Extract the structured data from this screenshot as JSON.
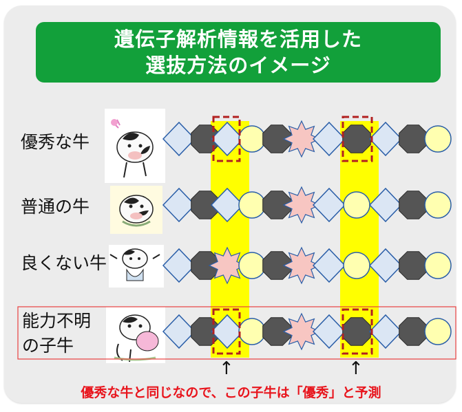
{
  "title": {
    "line1": "遺伝子解析情報を活用した",
    "line2": "選抜方法のイメージ"
  },
  "rows": [
    {
      "label": "優秀な牛",
      "pattern": [
        "diamond",
        "octagon",
        "diamond",
        "circle",
        "octagon",
        "star",
        "diamond",
        "octagon",
        "diamond",
        "octagon",
        "circle"
      ]
    },
    {
      "label": "普通の牛",
      "pattern": [
        "diamond",
        "octagon",
        "diamond",
        "circle",
        "octagon",
        "star",
        "diamond",
        "circle",
        "diamond",
        "octagon",
        "circle"
      ]
    },
    {
      "label": "良くない牛",
      "pattern": [
        "diamond",
        "octagon",
        "star",
        "circle",
        "octagon",
        "star",
        "diamond",
        "circle",
        "diamond",
        "octagon",
        "circle"
      ]
    },
    {
      "label_line1": "能力不明",
      "label_line2": "の子牛",
      "pattern": [
        "diamond",
        "octagon",
        "diamond",
        "circle",
        "octagon",
        "star",
        "diamond",
        "octagon",
        "diamond",
        "octagon",
        "circle"
      ]
    }
  ],
  "arrows": [
    "↑",
    "↑"
  ],
  "caption": "優秀な牛と同じなので、この子牛は「優秀」と予測",
  "colors": {
    "title_bg": "#12a03a",
    "diamond": "#dbe6f4",
    "octagon": "#555555",
    "circle": "#ffffb0",
    "star": "#f7c6c2",
    "highlight": "#ffff00",
    "dashed_box": "#b22020",
    "caption": "#e8141c"
  }
}
